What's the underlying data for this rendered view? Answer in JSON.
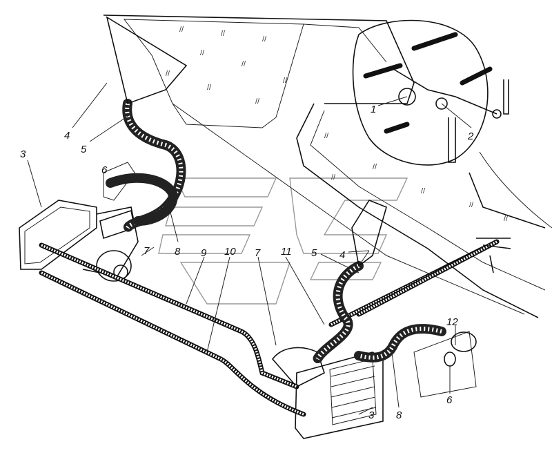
{
  "diagram": {
    "type": "heater system assembly drawing",
    "callouts": [
      {
        "id": "c3a",
        "text": "3"
      },
      {
        "id": "c4a",
        "text": "4"
      },
      {
        "id": "c5a",
        "text": "5"
      },
      {
        "id": "c6a",
        "text": "6"
      },
      {
        "id": "c7a",
        "text": "7"
      },
      {
        "id": "c8a",
        "text": "8"
      },
      {
        "id": "c9",
        "text": "9"
      },
      {
        "id": "c10",
        "text": "10"
      },
      {
        "id": "c7b",
        "text": "7"
      },
      {
        "id": "c11",
        "text": "11"
      },
      {
        "id": "c5b",
        "text": "5"
      },
      {
        "id": "c4b",
        "text": "4"
      },
      {
        "id": "c1",
        "text": "1"
      },
      {
        "id": "c2",
        "text": "2"
      },
      {
        "id": "c12",
        "text": "12"
      },
      {
        "id": "c6b",
        "text": "6"
      },
      {
        "id": "c8b",
        "text": "8"
      },
      {
        "id": "c3b",
        "text": "3"
      }
    ]
  }
}
